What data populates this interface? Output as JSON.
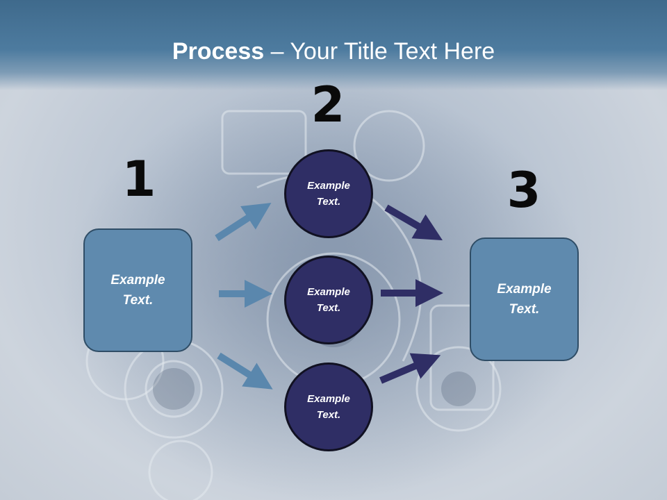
{
  "slide": {
    "title_bold": "Process",
    "title_rest": " – Your Title Text Here"
  },
  "steps": [
    {
      "number": "1"
    },
    {
      "number": "2"
    },
    {
      "number": "3"
    }
  ],
  "boxes": {
    "left": "Example\nText.",
    "right": "Example\nText."
  },
  "circles": [
    "Example\nText.",
    "Example\nText.",
    "Example\nText."
  ],
  "colors": {
    "header": "#4d7b9f",
    "box_fill": "#5f8aae",
    "circle_fill": "#2f2e65",
    "arrow_light": "#5a87ad",
    "arrow_dark": "#2f2e65"
  }
}
